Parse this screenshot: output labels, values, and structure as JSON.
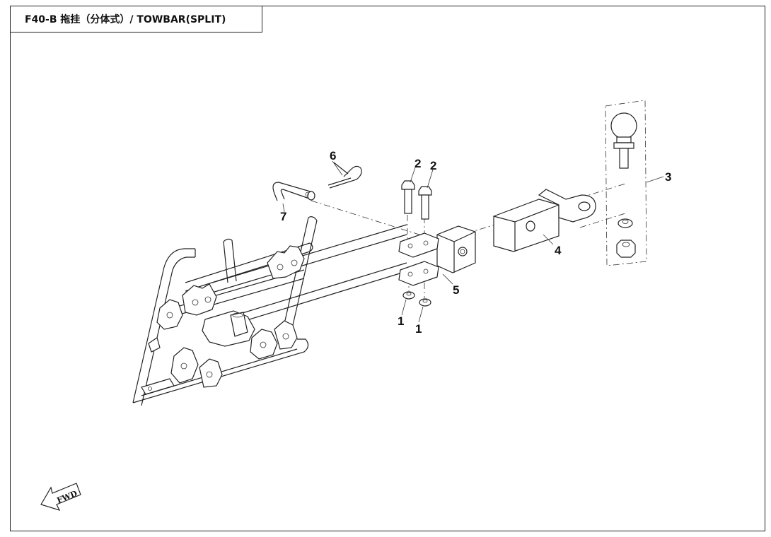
{
  "header": {
    "title": "F40-B 拖挂（分体式）/ TOWBAR(SPLIT)"
  },
  "callouts": {
    "c1a": "1",
    "c1b": "1",
    "c2a": "2",
    "c2b": "2",
    "c3": "3",
    "c4": "4",
    "c5": "5",
    "c6": "6",
    "c7": "7"
  },
  "fwd": {
    "label": "FWD"
  },
  "colors": {
    "line": "#222222",
    "background": "#ffffff"
  }
}
